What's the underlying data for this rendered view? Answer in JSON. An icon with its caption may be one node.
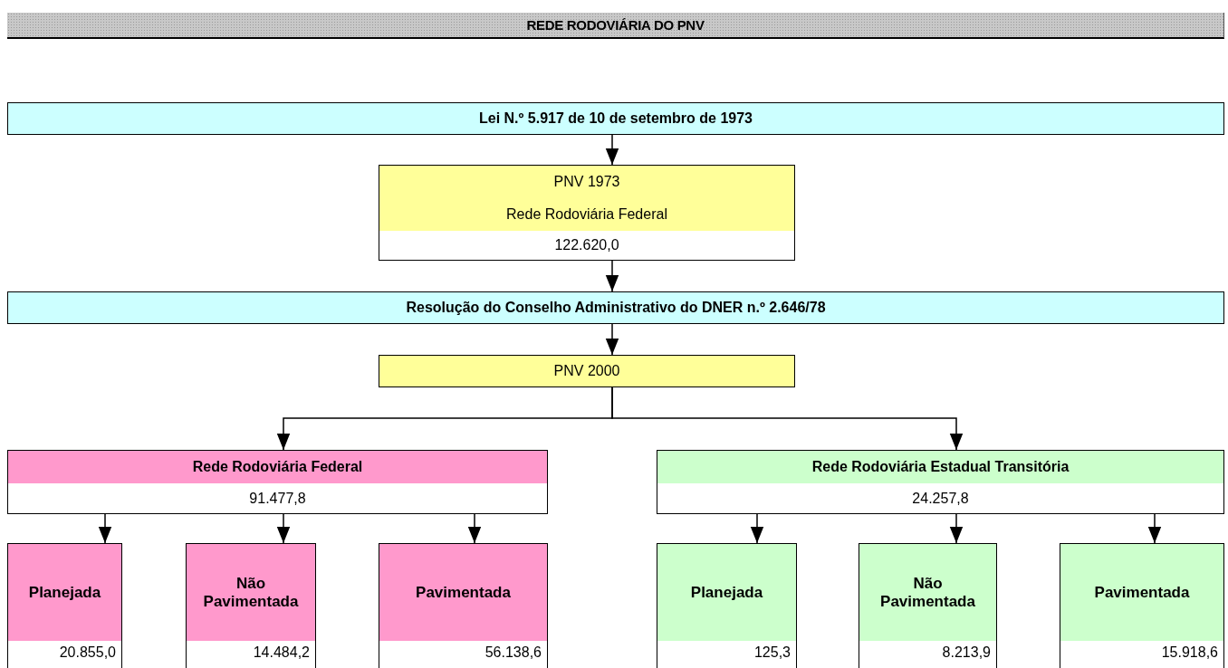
{
  "diagram": {
    "title": "REDE RODOVIÁRIA DO PNV",
    "nodes": [
      {
        "text": [
          "Lei N.º 5.917 de 10 de setembro de 1973"
        ]
      },
      {
        "text": [
          "PNV 1973",
          "Rede Rodoviária Federal",
          "122.620,0"
        ]
      },
      {
        "text": [
          "Resolução do Conselho Administrativo do DNER n.º 2.646/78"
        ]
      },
      {
        "text": [
          "PNV 2000"
        ]
      },
      {
        "text": [
          "Rede Rodoviária Federal",
          "91.477,8"
        ]
      },
      {
        "text": [
          "Rede Rodoviária Estadual Transitória",
          "24.257,8"
        ]
      },
      {
        "text": [
          "Planejada",
          "20.855,0"
        ]
      },
      {
        "text": [
          "Não Pavimentada",
          "14.484,2"
        ]
      },
      {
        "text": [
          "Pavimentada",
          "56.138,6"
        ]
      },
      {
        "text": [
          "Planejada",
          "125,3"
        ]
      },
      {
        "text": [
          "Não Pavimentada",
          "8.213,9"
        ]
      },
      {
        "text": [
          "Pavimentada",
          "15.918,6"
        ]
      }
    ],
    "edges": [
      {
        "from": 0,
        "to": 1,
        "arrow": "to"
      },
      {
        "from": 1,
        "to": 2,
        "arrow": "to"
      },
      {
        "from": 2,
        "to": 3,
        "arrow": "to"
      },
      {
        "from": 3,
        "to": 4,
        "arrow": "to"
      },
      {
        "from": 3,
        "to": 5,
        "arrow": "to"
      },
      {
        "from": 4,
        "to": 6,
        "arrow": "to"
      },
      {
        "from": 4,
        "to": 7,
        "arrow": "to"
      },
      {
        "from": 4,
        "to": 8,
        "arrow": "to"
      },
      {
        "from": 5,
        "to": 9,
        "arrow": "to"
      },
      {
        "from": 5,
        "to": 10,
        "arrow": "to"
      },
      {
        "from": 5,
        "to": 11,
        "arrow": "to"
      }
    ]
  }
}
